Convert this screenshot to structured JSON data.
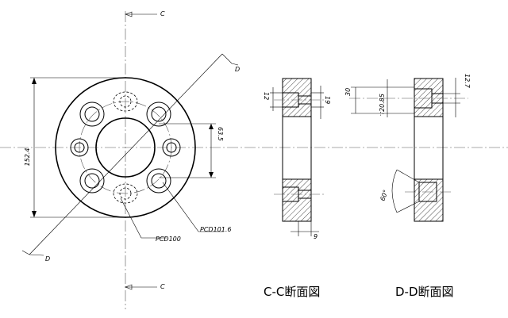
{
  "section_markers": {
    "c_top": "C",
    "c_bottom": "C",
    "d_top": "D",
    "d_bottom": "D"
  },
  "dimensions": {
    "outer_diameter": "152.4",
    "hole_offset": "63.5",
    "pcd_100": "PCD100",
    "pcd_101_6": "PCD101.6",
    "cc_12": "12",
    "cc_19": "19",
    "cc_9": "9",
    "dd_30": "30",
    "dd_20_85": "∵20.85",
    "dd_12_7": "12.7",
    "dd_60deg": "60°"
  },
  "view_titles": {
    "cc_section": "C-C断面図",
    "dd_section": "D-D断面図"
  }
}
